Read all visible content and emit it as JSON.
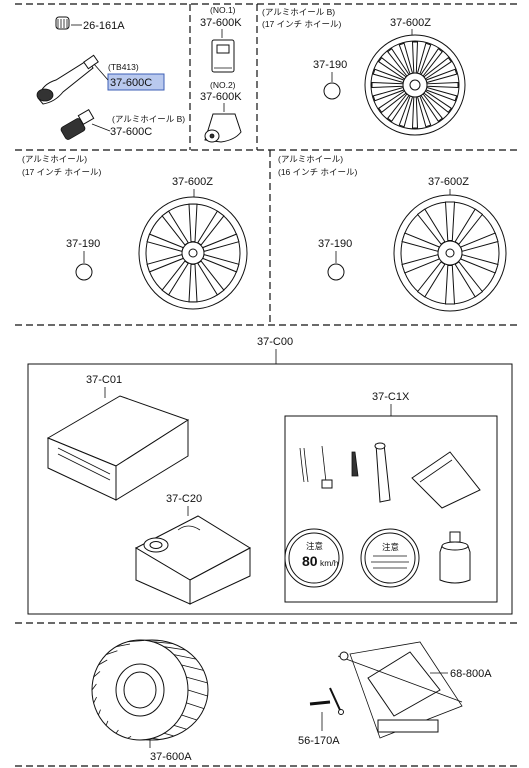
{
  "parts": {
    "valve_cap": "26-161A",
    "tpms_sensor_tag": "(TB413)",
    "tpms_valve": "37-600C",
    "alloy_b_tag": "(アルミホイール B)",
    "valve_alloy_b": "37-600C",
    "no1_tag": "(NO.1)",
    "sensor_no1": "37-600K",
    "no2_tag": "(NO.2)",
    "sensor_no2": "37-600K",
    "wheel_b_tag": "(アルミホイール B)",
    "wheel_b_size": "(17 インチ ホイール)",
    "wheel_b": "37-600Z",
    "ornament_b": "37-190",
    "wheel_17_tag": "(アルミホイール)",
    "wheel_17_size": "(17 インチ ホイール)",
    "wheel_17": "37-600Z",
    "ornament_17": "37-190",
    "wheel_16_tag": "(アルミホイール)",
    "wheel_16_size": "(16 インチ ホイール)",
    "wheel_16": "37-600Z",
    "ornament_16": "37-190",
    "repair_kit": "37-C00",
    "kit_case": "37-C01",
    "sealant_set": "37-C1X",
    "compressor": "37-C20",
    "spare_tire": "37-600A",
    "jack": "68-800A",
    "jack_handle": "56-170A"
  },
  "stickers": {
    "left_title": "注意",
    "left_speed": "80",
    "left_unit": "km/h",
    "right_title": "注意"
  },
  "colors": {
    "highlight": "#b9c9ee",
    "highlight_border": "#3d5fb5",
    "line": "#111111"
  }
}
